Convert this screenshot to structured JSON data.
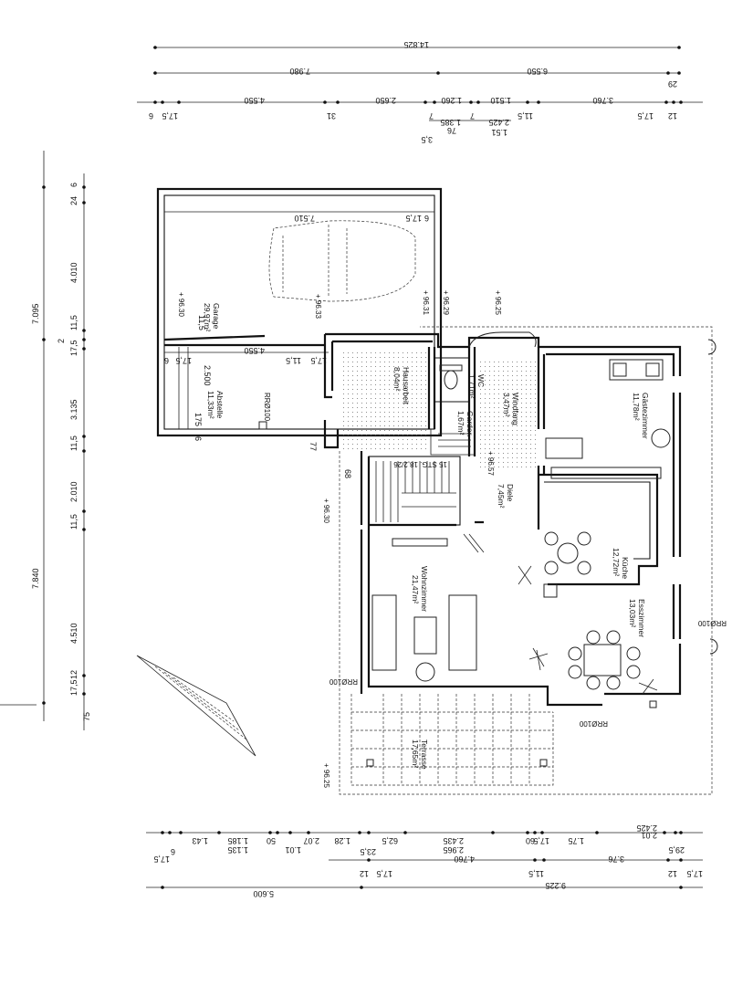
{
  "dimensions": {
    "top_row1": "14.825",
    "top_row2": [
      "7.980",
      "6.550",
      "29"
    ],
    "top_row3": [
      "6",
      "17,5",
      "4.550",
      "31",
      "2.650",
      "7",
      "1.260",
      "7",
      "1.510",
      "11,5",
      "3.760",
      "12",
      "17,5"
    ],
    "top_row4": [
      "76",
      "1.385",
      "3,5",
      "2.425",
      "1.51"
    ],
    "bottom_row1": [
      "6",
      "17,5",
      "1.43",
      "1.135",
      "1.185",
      "50",
      "1.01",
      "2.07",
      "1.28",
      "62,5",
      "23,5",
      "2.965",
      "2.435",
      "60",
      "17,5",
      "1.75",
      "2.01",
      "2.425",
      "29,5"
    ],
    "bottom_row2": [
      "17,5",
      "12",
      "4.760",
      "11,5",
      "3.76",
      "12",
      "17,5"
    ],
    "bottom_row3": [
      "5.600",
      "9.225"
    ],
    "left_col": [
      "6",
      "24",
      "4.010",
      "7.095",
      "11,5",
      "2",
      "17,5",
      "3.135",
      "11,5",
      "2.010",
      "11,5",
      "7.840",
      "4.510",
      "17,5",
      "12",
      "75"
    ],
    "garage_dims": [
      "7.510",
      "6",
      "17,5",
      "11,5",
      "4.550",
      "17,5",
      "6",
      "17,5",
      "11,5",
      "2.500",
      "175",
      "6",
      "77",
      "68"
    ]
  },
  "levels": [
    "+ 96.30",
    "+ 96.33",
    "+ 96.31",
    "+ 96.29",
    "+ 96.25",
    "+ 96.30",
    "+ 96.57",
    "+ 96.25"
  ],
  "rooms": [
    {
      "name": "Garage",
      "area": "29,97m²"
    },
    {
      "name": "Abstelle",
      "area": "11,33m²"
    },
    {
      "name": "Hausarbeit",
      "area": "8,04m²"
    },
    {
      "name": "WC",
      "area": "1,71m²"
    },
    {
      "name": "Garder.",
      "area": "1,67m²"
    },
    {
      "name": "Windfang",
      "area": "3,47m²"
    },
    {
      "name": "Gästezimmer",
      "area": "11,78m²"
    },
    {
      "name": "Diele",
      "area": "7,45m²"
    },
    {
      "name": "Küche",
      "area": "12,72m²"
    },
    {
      "name": "Wohnzimmer",
      "area": "21,47m²"
    },
    {
      "name": "Esszimmer",
      "area": "13,03m²"
    },
    {
      "name": "Terrasse",
      "area": "17,65m²"
    }
  ],
  "labels": {
    "rr1": "RRØ100",
    "rr2": "RRØ100",
    "rr3": "RRØ100",
    "rr4": "RRØ100",
    "stair": "15 STG. 18,2/26"
  }
}
